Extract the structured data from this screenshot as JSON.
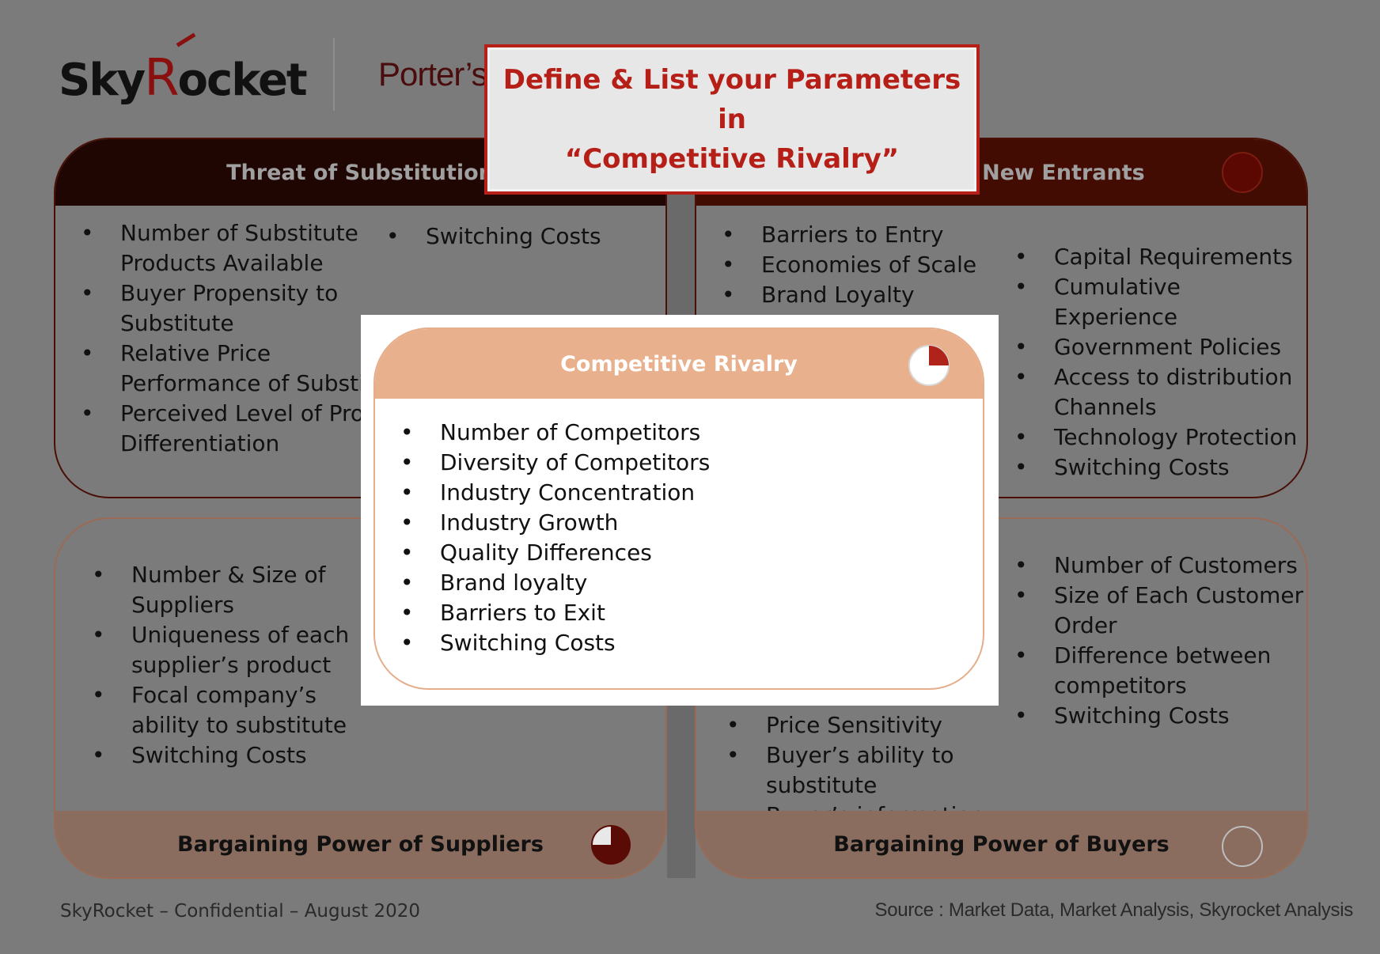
{
  "brand": {
    "logo_prefix": "Sky",
    "logo_accent": "R",
    "logo_suffix": "ocket",
    "accent_color": "#8a1010"
  },
  "slide_title": "Porter’s",
  "callout": {
    "line1": "Define & List your Parameters in",
    "line2": "“Competitive Rivalry”"
  },
  "threat_of_substitution": {
    "title": "Threat of Substitution",
    "col1": [
      "Number of Substitute Products Available",
      "Buyer Propensity to Substitute",
      "Relative Price Performance of Substitute",
      "Perceived Level of Product Differentiation"
    ],
    "col2": [
      "Switching Costs"
    ]
  },
  "threat_of_new_entrants": {
    "title_visible": "f New Entrants",
    "col1": [
      "Barriers to Entry",
      "Economies of Scale",
      "Brand Loyalty"
    ],
    "col2": [
      "Capital Requirements",
      "Cumulative Experience",
      "Government Policies",
      "Access to distribution Channels",
      "Technology Protection",
      "Switching Costs"
    ],
    "level_icon": "empty-circle-icon"
  },
  "bargaining_power_suppliers": {
    "title": "Bargaining Power of Suppliers",
    "items": [
      "Number & Size of Suppliers",
      "Uniqueness of each supplier’s product",
      "Focal company’s ability to substitute",
      "Switching Costs"
    ],
    "level_icon": "pie-three-quarter-icon",
    "level_fraction": 0.75
  },
  "bargaining_power_buyers": {
    "title": "Bargaining Power of Buyers",
    "col_right": [
      "Number of Customers",
      "Size of Each Customer Order",
      "Difference between competitors",
      "Switching Costs"
    ],
    "col_left": [
      "Price Sensitivity",
      "Buyer’s ability to substitute",
      "Buyer’s information ability"
    ],
    "level_icon": "empty-circle-icon",
    "level_fraction": 0
  },
  "competitive_rivalry": {
    "title": "Competitive Rivalry",
    "items": [
      "Number of Competitors",
      "Diversity of Competitors",
      "Industry Concentration",
      "Industry Growth",
      "Quality Differences",
      "Brand loyalty",
      "Barriers to Exit",
      "Switching Costs"
    ],
    "level_icon": "pie-quarter-icon",
    "level_fraction": 0.25
  },
  "footer": {
    "left": "SkyRocket – Confidential – August 2020",
    "right": "Source : Market Data, Market Analysis, Skyrocket Analysis"
  },
  "colors": {
    "background": "#7b7b7b",
    "callout_red": "#b72018",
    "rivalry_header": "#e8b08c",
    "dark_header": "#1f0603"
  }
}
